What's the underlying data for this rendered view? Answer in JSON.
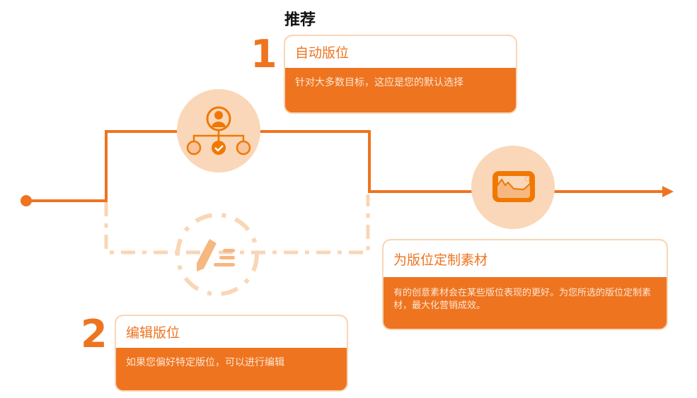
{
  "title": "推荐",
  "steps": [
    {
      "number": "1",
      "heading": "自动版位",
      "text": "针对大多数目标，这应是您的默认选择"
    },
    {
      "number": "2",
      "heading": "编辑版位",
      "text": "如果您偏好特定版位，可以进行编辑"
    }
  ],
  "custom": {
    "heading": "为版位定制素材",
    "text": "有的创意素材会在某些版位表现的更好。为您所选的版位定制素材，最大化营销成效。"
  },
  "colors": {
    "accent": "#ee7420",
    "light": "#f9d6b6"
  }
}
